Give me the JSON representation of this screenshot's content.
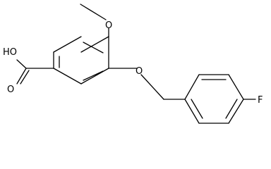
{
  "molecule": {
    "atoms": {
      "carboxylic_oh": "HO",
      "carbonyl_o": "O",
      "methoxy_o": "O",
      "ether_o": "O",
      "fluorine": "F"
    }
  },
  "colors": {
    "bond": "#000000",
    "label": "#000000",
    "background": "#ffffff"
  }
}
